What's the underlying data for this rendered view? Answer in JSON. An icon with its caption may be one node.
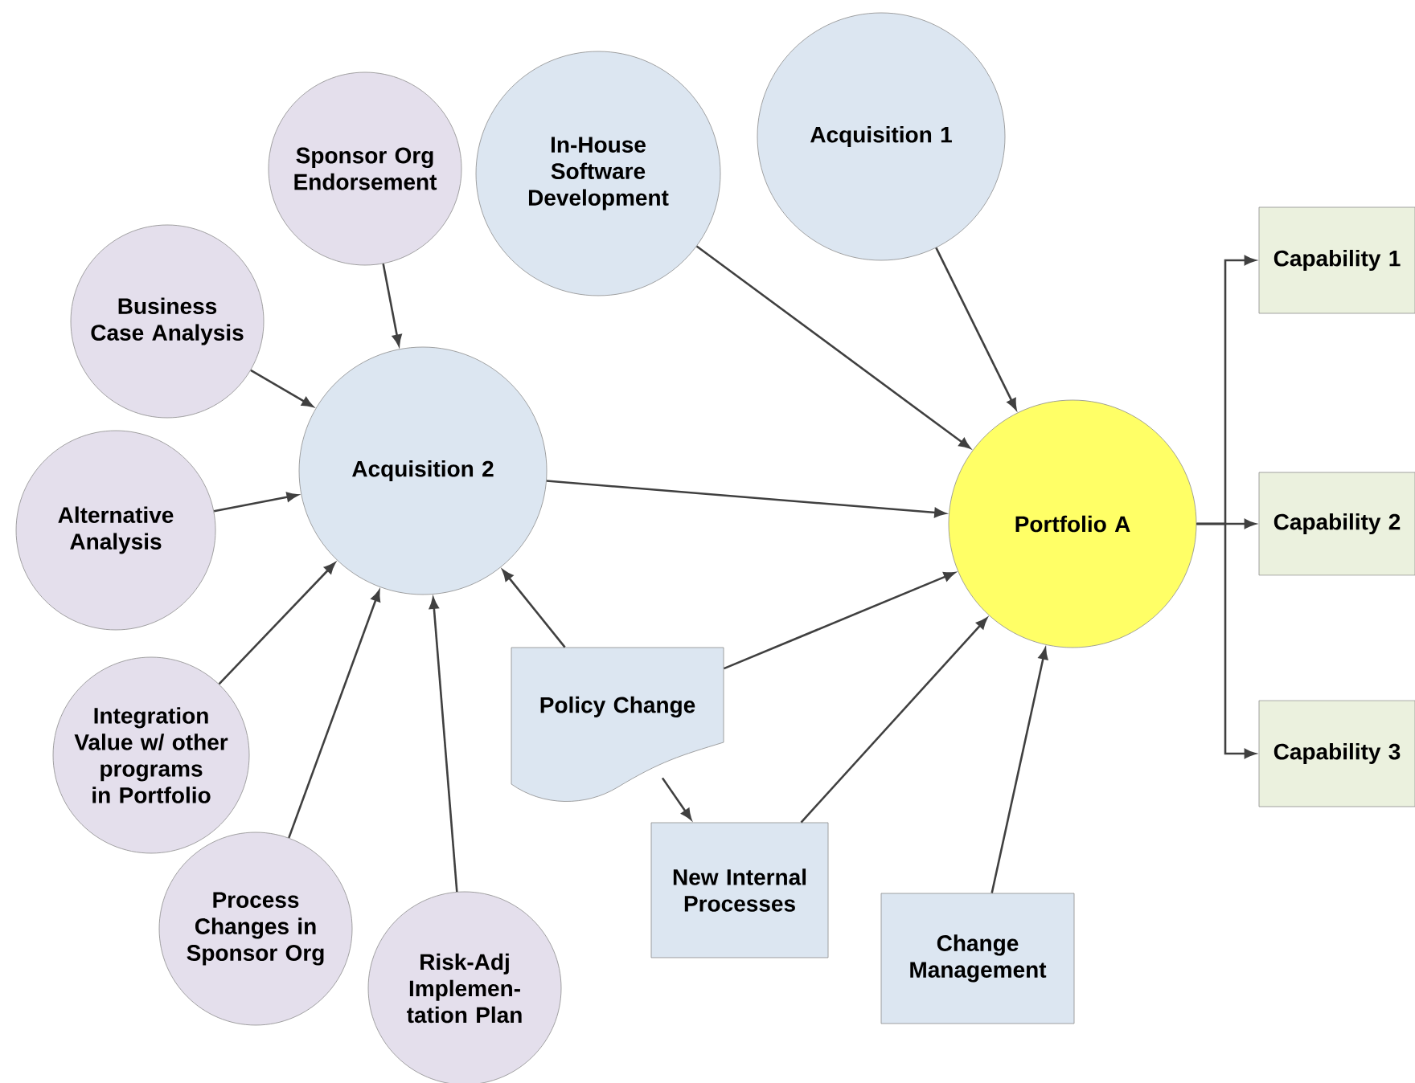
{
  "diagram": {
    "nodes": [
      {
        "text": [
          "Sponsor Org Endorsement"
        ]
      },
      {
        "text": [
          "In-House Software Development"
        ]
      },
      {
        "text": [
          "Acquisition 1"
        ]
      },
      {
        "text": [
          "Business Case Analysis"
        ]
      },
      {
        "text": [
          "Acquisition 2"
        ]
      },
      {
        "text": [
          "Alternative Analysis"
        ]
      },
      {
        "text": [
          "Integration Value w/ other programs in Portfolio"
        ]
      },
      {
        "text": [
          "Portfolio A"
        ]
      },
      {
        "text": [
          "Capability 1"
        ]
      },
      {
        "text": [
          "Capability 2"
        ]
      },
      {
        "text": [
          "Capability 3"
        ]
      },
      {
        "text": [
          "Policy Change"
        ]
      },
      {
        "text": [
          "New Internal Processes"
        ]
      },
      {
        "text": [
          "Process Changes in Sponsor Org"
        ]
      },
      {
        "text": [
          "Risk-Adj Implemen- tation Plan"
        ]
      },
      {
        "text": [
          "Change Management"
        ]
      }
    ],
    "edges": [
      {
        "from": 0,
        "to": 4,
        "arrow": "to"
      },
      {
        "from": 3,
        "to": 4,
        "arrow": "to"
      },
      {
        "from": 5,
        "to": 4,
        "arrow": "to"
      },
      {
        "from": 6,
        "to": 4,
        "arrow": "to"
      },
      {
        "from": 13,
        "to": 4,
        "arrow": "to"
      },
      {
        "from": 14,
        "to": 4,
        "arrow": "to"
      },
      {
        "from": 11,
        "to": 4,
        "arrow": "to"
      },
      {
        "from": 11,
        "to": 12,
        "arrow": "to"
      },
      {
        "from": 4,
        "to": 7,
        "arrow": "to"
      },
      {
        "from": 1,
        "to": 7,
        "arrow": "to"
      },
      {
        "from": 2,
        "to": 7,
        "arrow": "to"
      },
      {
        "from": 11,
        "to": 7,
        "arrow": "to"
      },
      {
        "from": 12,
        "to": 7,
        "arrow": "to"
      },
      {
        "from": 15,
        "to": 7,
        "arrow": "to"
      },
      {
        "from": 7,
        "to": 8,
        "arrow": "to"
      },
      {
        "from": 7,
        "to": 9,
        "arrow": "to"
      },
      {
        "from": 7,
        "to": 10,
        "arrow": "to"
      }
    ]
  }
}
